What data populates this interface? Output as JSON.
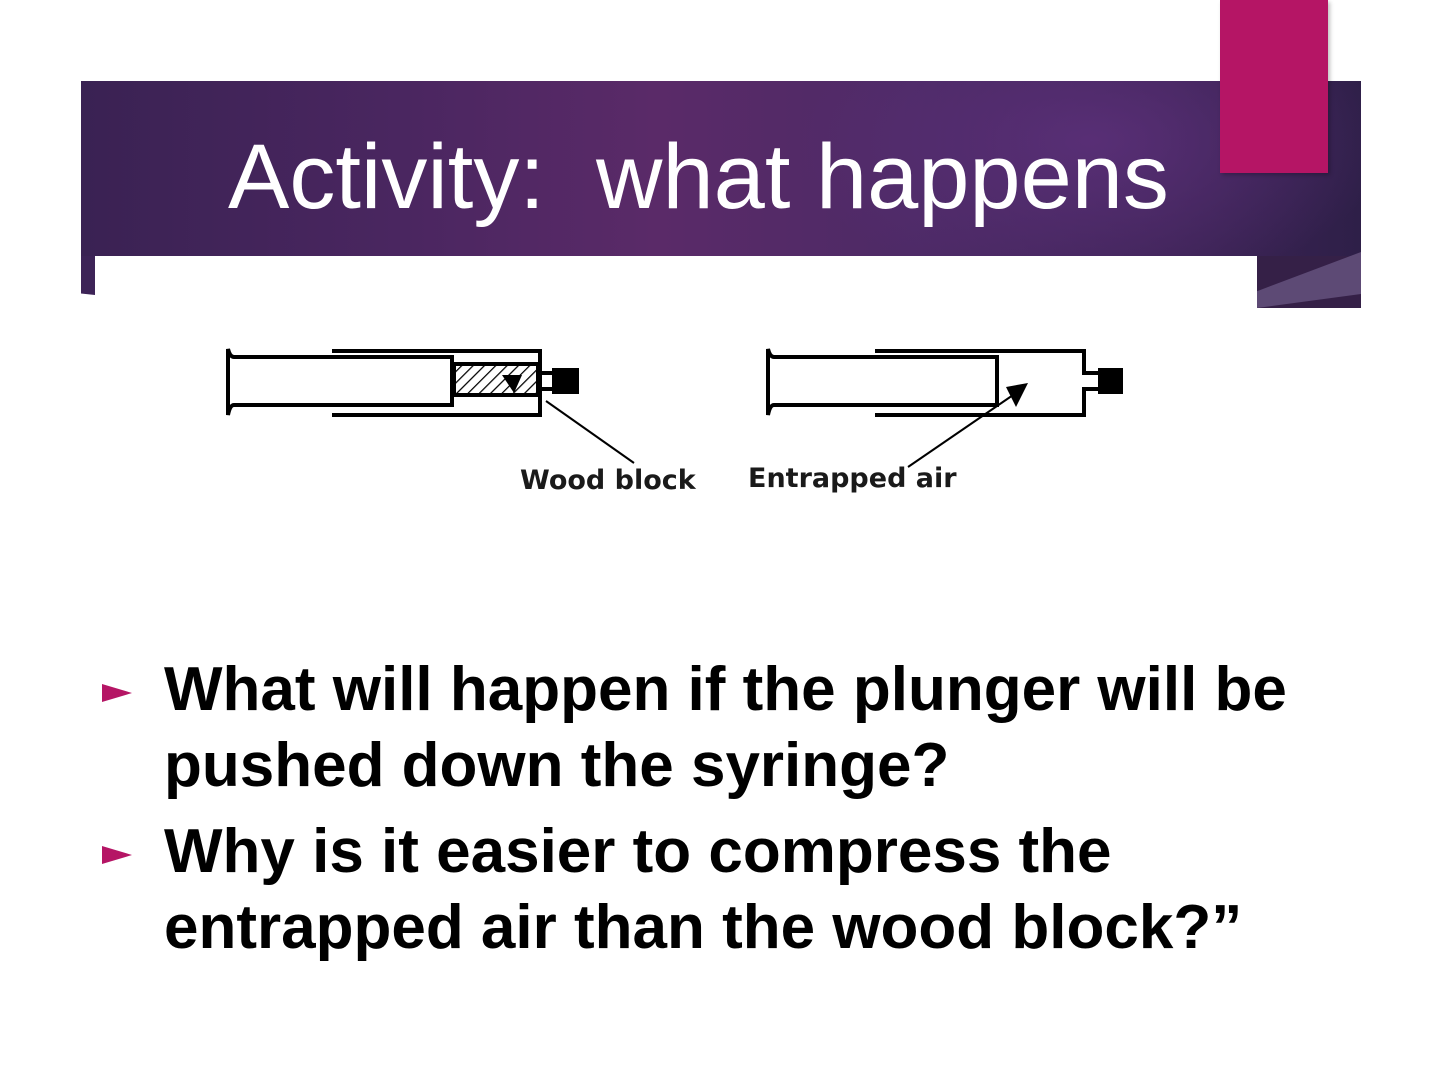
{
  "slide": {
    "title": "Activity:  what happens",
    "colors": {
      "title_band": "#4a2660",
      "accent": "#b51565",
      "title_text": "#ffffff",
      "body_text": "#000000"
    }
  },
  "diagram": {
    "syringes": [
      {
        "id": "left",
        "content": "wood block",
        "label": "Wood block"
      },
      {
        "id": "right",
        "content": "entrapped air",
        "label": "Entrapped air"
      }
    ]
  },
  "bullets": [
    {
      "icon": "triangle-bullet-icon",
      "text": "What will happen if the plunger will be pushed down the syringe?"
    },
    {
      "icon": "triangle-bullet-icon",
      "text": "Why is it easier to compress the entrapped air than the wood block?”"
    }
  ]
}
